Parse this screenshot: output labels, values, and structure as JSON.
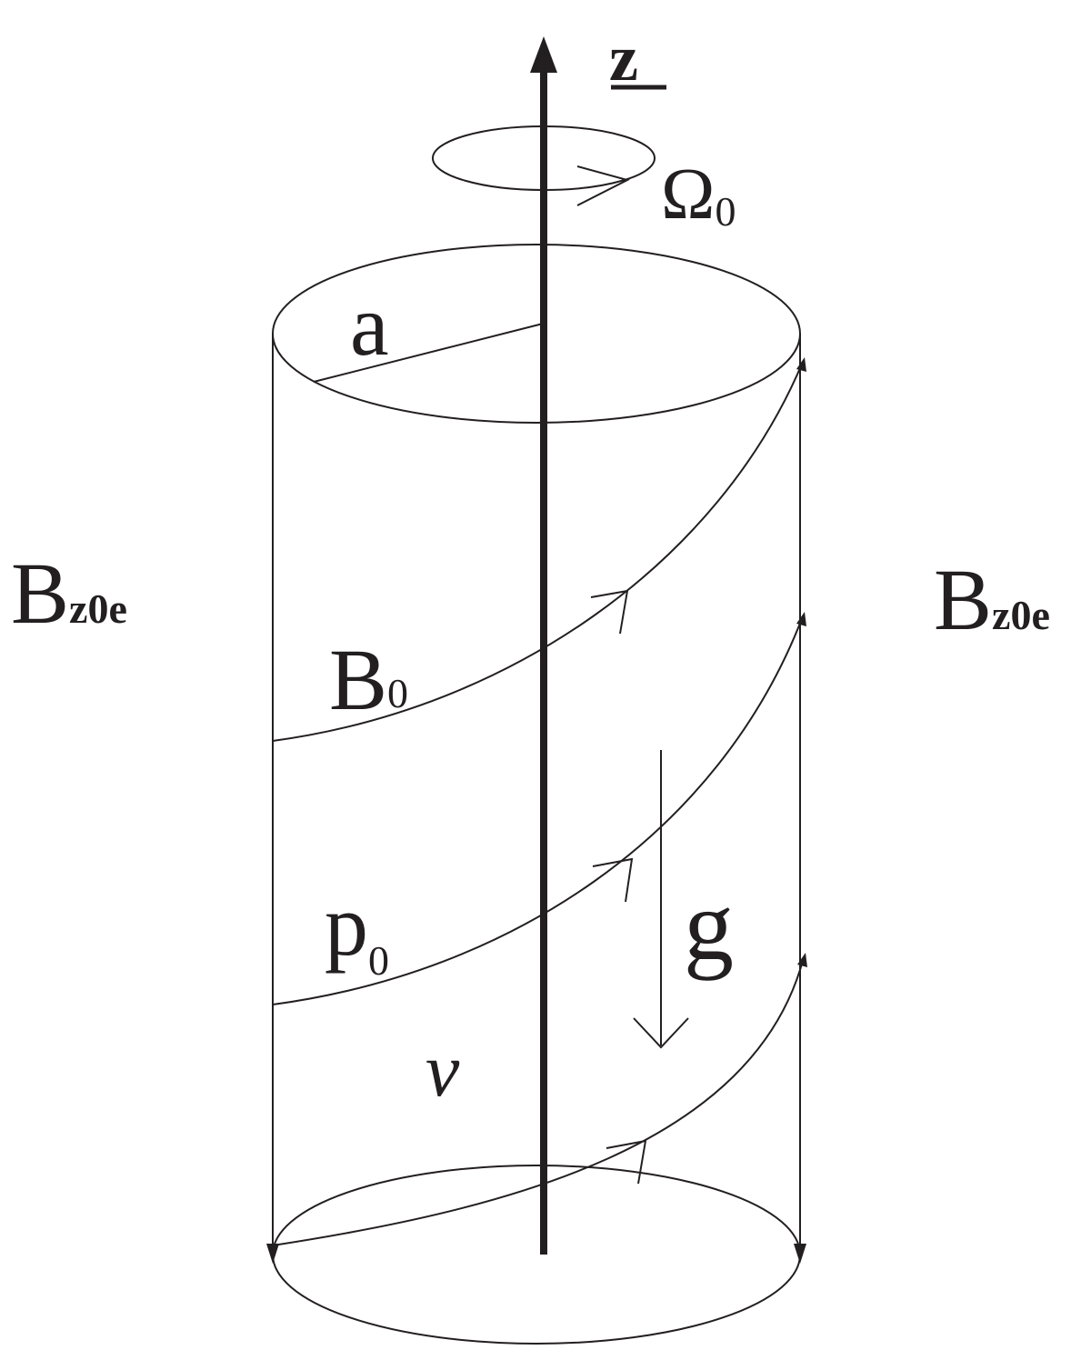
{
  "labels": {
    "axis": "z",
    "rotation": {
      "main": "Ω",
      "sub": "0"
    },
    "radius": "a",
    "field_left": {
      "main": "B",
      "sub": "z0e"
    },
    "field_right": {
      "main": "B",
      "sub": "z0e"
    },
    "field_inner": {
      "main": "B",
      "sub": "0"
    },
    "pressure": {
      "main": "p",
      "sub": "0"
    },
    "viscosity": "ν",
    "gravity": "g"
  },
  "colors": {
    "ink": "#231f20",
    "background": "#ffffff"
  }
}
